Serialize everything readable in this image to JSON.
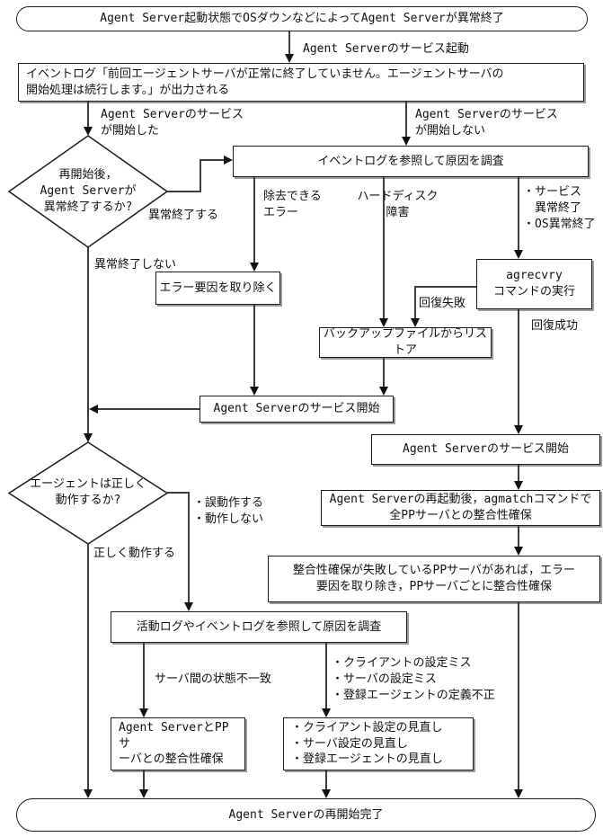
{
  "flowchart": {
    "start_terminal": "Agent Server起動状態でOSダウンなどによってAgent Serverが異常終了",
    "svc_start_label": "Agent Serverのサービス起動",
    "eventlog_box": "イベントログ「前回エージェントサーバが正常に終了していません。エージェントサーバの\n開始処理は続行します。」が出力される",
    "svc_started_label": "Agent Serverのサービス\nが開始した",
    "svc_not_started_label": "Agent Serverのサービス\nが開始しない",
    "decision_restart": "再開始後，\nAgent Serverが\n異常終了するか?",
    "abend_yes_label": "異常終了する",
    "abend_no_label": "異常終了しない",
    "investigate_eventlog_box": "イベントログを参照して原因を調査",
    "removable_error_label": "除去できる\nエラー",
    "hdd_failure_label": "ハードディスク\n障害",
    "svc_os_abend_label": "・サービス\n　異常終了\n・OS異常終了",
    "remove_error_box": "エラー要因を取り除く",
    "agrecvry_box": "agrecvry\nコマンドの実行",
    "recovery_fail_label": "回復失敗",
    "recovery_success_label": "回復成功",
    "restore_backup_box": "バックアップファイルからリストア",
    "svc_start_box1": "Agent Serverのサービス開始",
    "svc_start_box2": "Agent Serverのサービス開始",
    "decision_agent": "エージェントは正しく\n動作するか?",
    "malfunction_label": "・誤動作する\n・動作しない",
    "works_label": "正しく動作する",
    "agmatch_box": "Agent Serverの再起動後，agmatchコマンドで\n全PPサーバとの整合性確保",
    "pp_consistency_box": "整合性確保が失敗しているPPサーバがあれば，エラー\n要因を取り除き，PPサーバごとに整合性確保",
    "investigate_logs_box": "活動ログやイベントログを参照して原因を調査",
    "state_mismatch_label": "サーバ間の状態不一致",
    "config_error_label": "・クライアントの設定ミス\n・サーバの設定ミス\n・登録エージェントの定義不正",
    "as_pp_consistency_box": "Agent ServerとPPサ\nーバとの整合性確保",
    "review_box": "・クライアント設定の見直し\n・サーバ設定の見直し\n・登録エージェントの見直し",
    "end_terminal": "Agent Serverの再開始完了"
  }
}
